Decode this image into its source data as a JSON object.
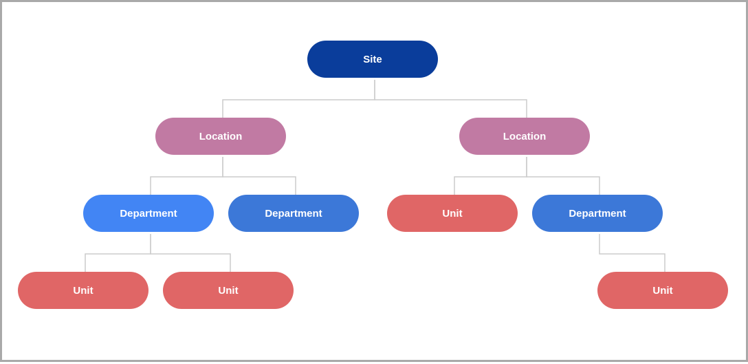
{
  "colors": {
    "site": "#0a3d9b",
    "location": "#c17aa3",
    "department_light": "#4285f4",
    "department": "#3c78d8",
    "unit": "#e06666",
    "connector": "#cccccc"
  },
  "nodes": {
    "site": {
      "label": "Site"
    },
    "location_left": {
      "label": "Location"
    },
    "location_right": {
      "label": "Location"
    },
    "department_1": {
      "label": "Department"
    },
    "department_2": {
      "label": "Department"
    },
    "unit_3": {
      "label": "Unit"
    },
    "department_4": {
      "label": "Department"
    },
    "unit_1a": {
      "label": "Unit"
    },
    "unit_1b": {
      "label": "Unit"
    },
    "unit_4a": {
      "label": "Unit"
    }
  },
  "edges": [
    [
      "site",
      "location_left"
    ],
    [
      "site",
      "location_right"
    ],
    [
      "location_left",
      "department_1"
    ],
    [
      "location_left",
      "department_2"
    ],
    [
      "location_right",
      "unit_3"
    ],
    [
      "location_right",
      "department_4"
    ],
    [
      "department_1",
      "unit_1a"
    ],
    [
      "department_1",
      "unit_1b"
    ],
    [
      "department_4",
      "unit_4a"
    ]
  ]
}
